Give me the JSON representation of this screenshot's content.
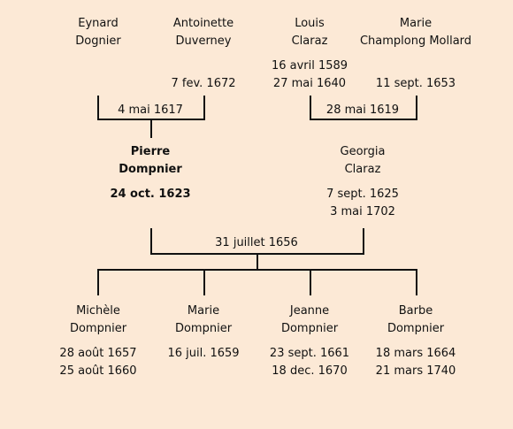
{
  "gen1": {
    "eynard": {
      "first": "Eynard",
      "last": "Dognier"
    },
    "antoinette": {
      "first": "Antoinette",
      "last": "Duverney",
      "death": "7 fev. 1672"
    },
    "louis": {
      "first": "Louis",
      "last": "Claraz",
      "birth": "16 avril 1589",
      "death": "27 mai 1640"
    },
    "marie": {
      "first": "Marie",
      "last": "Champlong Mollard",
      "death": "11 sept. 1653"
    }
  },
  "marriages": {
    "left": "4 mai 1617",
    "right": "28 mai 1619",
    "center": "31 juillet 1656"
  },
  "gen2": {
    "pierre": {
      "first": "Pierre",
      "last": "Dompnier",
      "birth": "24 oct. 1623"
    },
    "georgia": {
      "first": "Georgia",
      "last": "Claraz",
      "birth": "7 sept. 1625",
      "death": "3 mai 1702"
    }
  },
  "children": [
    {
      "first": "Michèle",
      "last": "Dompnier",
      "birth": "28 août 1657",
      "death": "25 août 1660"
    },
    {
      "first": "Marie",
      "last": "Dompnier",
      "birth": "16 juil. 1659"
    },
    {
      "first": "Jeanne",
      "last": "Dompnier",
      "birth": "23 sept. 1661",
      "death": "18 dec. 1670"
    },
    {
      "first": "Barbe",
      "last": "Dompnier",
      "birth": "18 mars 1664",
      "death": "21 mars 1740"
    }
  ]
}
